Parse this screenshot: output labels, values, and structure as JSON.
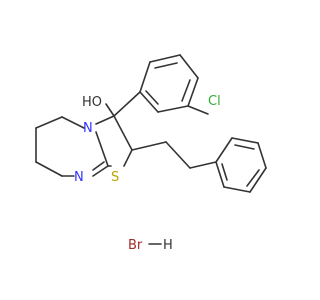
{
  "structure": {
    "labels": {
      "hydroxyl": "HO",
      "n_ring": "N",
      "n_imine": "N",
      "sulfur": "S",
      "chlorine": "Cl",
      "bromide": "Br",
      "hydrogen": "H"
    },
    "colors": {
      "bond": "#333333",
      "carbon_text": "#333333",
      "nitrogen": "#3333ff",
      "sulfur": "#b8a400",
      "chlorine": "#33aa33",
      "bromine": "#a52a2a"
    }
  }
}
